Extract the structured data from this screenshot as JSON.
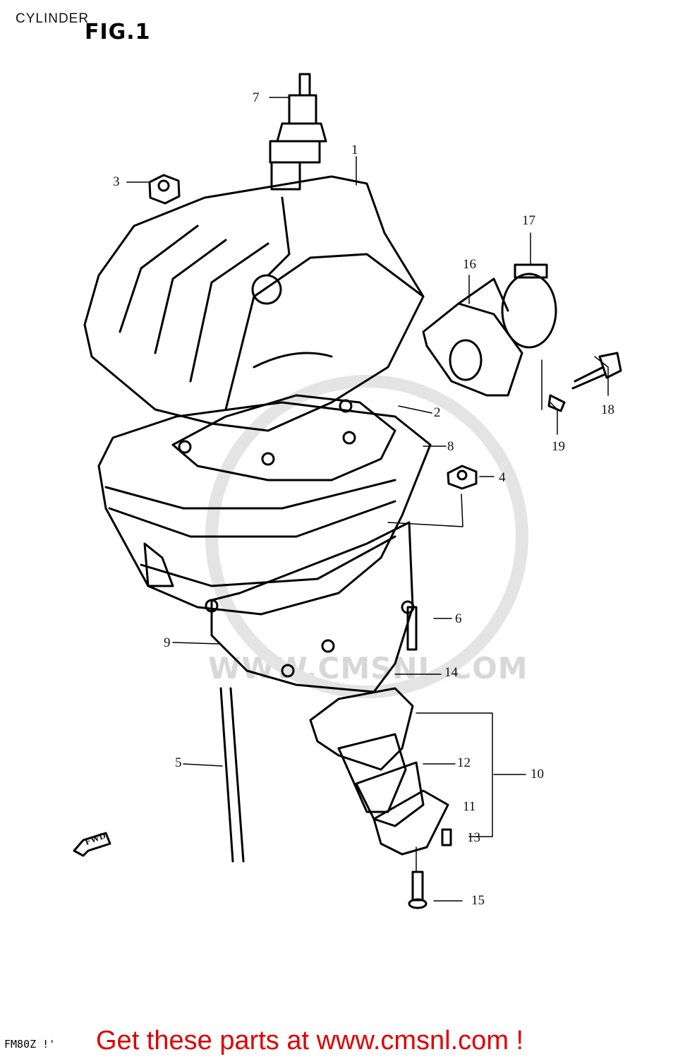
{
  "page_title": "CYLINDER",
  "figure_label": "FIG.1",
  "watermark_text": "WWW.CMSNL.COM",
  "fwd_label": "FWD",
  "footer_code": "FM80Z !'",
  "promo_link": "Get these parts at www.cmsnl.com !",
  "colors": {
    "promo": "#e00000",
    "line": "#000000",
    "watermark": "#d8d8d8"
  },
  "callouts": {
    "c1": "1",
    "c2": "2",
    "c3": "3",
    "c4": "4",
    "c5": "5",
    "c6": "6",
    "c7": "7",
    "c8": "8",
    "c9": "9",
    "c10": "10",
    "c11": "11",
    "c12": "12",
    "c13": "13",
    "c14": "14",
    "c15": "15",
    "c16": "16",
    "c17": "17",
    "c18": "18",
    "c19": "19"
  }
}
